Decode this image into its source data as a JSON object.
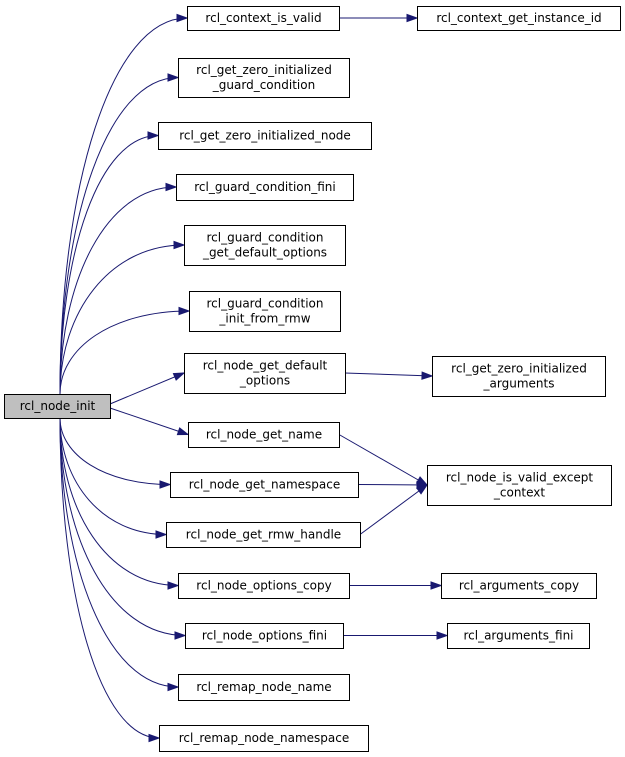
{
  "colors": {
    "edge": "#191970",
    "root_fill": "#bfbfbf",
    "node_fill": "#ffffff",
    "border": "#000000"
  },
  "nodes": {
    "node_init": [
      "rcl_node_init"
    ],
    "context_is_valid": [
      "rcl_context_is_valid"
    ],
    "context_get_instance_id": [
      "rcl_context_get_instance_id"
    ],
    "get_zero_init_guard_condition": [
      "rcl_get_zero_initialized",
      "_guard_condition"
    ],
    "get_zero_init_node": [
      "rcl_get_zero_initialized_node"
    ],
    "guard_condition_fini": [
      "rcl_guard_condition_fini"
    ],
    "guard_condition_get_default_options": [
      "rcl_guard_condition",
      "_get_default_options"
    ],
    "guard_condition_init_from_rmw": [
      "rcl_guard_condition",
      "_init_from_rmw"
    ],
    "node_get_default_options": [
      "rcl_node_get_default",
      "_options"
    ],
    "get_zero_init_arguments": [
      "rcl_get_zero_initialized",
      "_arguments"
    ],
    "node_get_name": [
      "rcl_node_get_name"
    ],
    "node_get_namespace": [
      "rcl_node_get_namespace"
    ],
    "node_is_valid_except_context": [
      "rcl_node_is_valid_except",
      "_context"
    ],
    "node_get_rmw_handle": [
      "rcl_node_get_rmw_handle"
    ],
    "node_options_copy": [
      "rcl_node_options_copy"
    ],
    "arguments_copy": [
      "rcl_arguments_copy"
    ],
    "node_options_fini": [
      "rcl_node_options_fini"
    ],
    "arguments_fini": [
      "rcl_arguments_fini"
    ],
    "remap_node_name": [
      "rcl_remap_node_name"
    ],
    "remap_node_namespace": [
      "rcl_remap_node_namespace"
    ]
  },
  "edges": [
    [
      "node_init",
      "context_is_valid"
    ],
    [
      "context_is_valid",
      "context_get_instance_id"
    ],
    [
      "node_init",
      "get_zero_init_guard_condition"
    ],
    [
      "node_init",
      "get_zero_init_node"
    ],
    [
      "node_init",
      "guard_condition_fini"
    ],
    [
      "node_init",
      "guard_condition_get_default_options"
    ],
    [
      "node_init",
      "guard_condition_init_from_rmw"
    ],
    [
      "node_init",
      "node_get_default_options"
    ],
    [
      "node_get_default_options",
      "get_zero_init_arguments"
    ],
    [
      "node_init",
      "node_get_name"
    ],
    [
      "node_get_name",
      "node_is_valid_except_context"
    ],
    [
      "node_init",
      "node_get_namespace"
    ],
    [
      "node_get_namespace",
      "node_is_valid_except_context"
    ],
    [
      "node_init",
      "node_get_rmw_handle"
    ],
    [
      "node_get_rmw_handle",
      "node_is_valid_except_context"
    ],
    [
      "node_init",
      "node_options_copy"
    ],
    [
      "node_options_copy",
      "arguments_copy"
    ],
    [
      "node_init",
      "node_options_fini"
    ],
    [
      "node_options_fini",
      "arguments_fini"
    ],
    [
      "node_init",
      "remap_node_name"
    ],
    [
      "node_init",
      "remap_node_namespace"
    ]
  ]
}
